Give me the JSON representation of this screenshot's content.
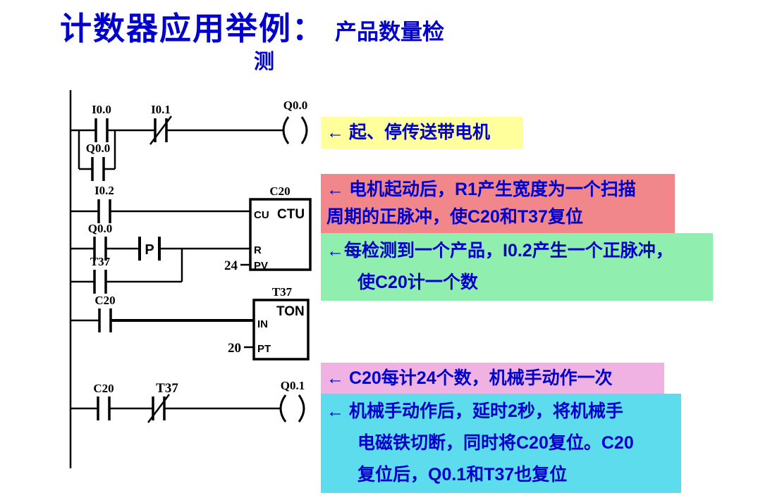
{
  "title": {
    "main": "计数器应用举例：",
    "wrap_line1": "产品数量检",
    "wrap_line2": "测"
  },
  "ladder": {
    "rung1": {
      "contact_no": "I0.0",
      "contact_nc": "I0.1",
      "coil": "Q0.0",
      "seal_contact": "Q0.0"
    },
    "rung2": {
      "count_contact": "I0.2",
      "counter_name": "C20",
      "counter_type": "CTU",
      "input_cu": "CU",
      "input_r": "R",
      "input_pv": "PV",
      "pv_value": "24",
      "reset_contact": "Q0.0",
      "edge_symbol": "P",
      "parallel_contact": "T37"
    },
    "rung3": {
      "contact": "C20",
      "timer_name": "T37",
      "timer_type": "TON",
      "input_in": "IN",
      "input_pt": "PT",
      "pt_value": "20"
    },
    "rung4": {
      "contact_no": "C20",
      "contact_nc": "T37",
      "coil": "Q0.1"
    }
  },
  "annotations": {
    "motor": {
      "bg": "#FFFF9C",
      "line1": "← 起、停传送带电机"
    },
    "reset": {
      "bg": "#F2878B",
      "line1": "← 电机起动后，R1产生宽度为一个扫描",
      "line2": "周期的正脉冲，使C20和T37复位"
    },
    "count": {
      "bg": "#90EEAE",
      "line1": "←每检测到一个产品，I0.2产生一个正脉冲，",
      "line2": "使C20计一个数"
    },
    "robot": {
      "bg": "#F0B2E2",
      "line1": "← C20每计24个数，机械手动作一次"
    },
    "delay": {
      "bg": "#5CDCEC",
      "line1": "← 机械手动作后，延时2秒，将机械手",
      "line2": "电磁铁切断，同时将C20复位。C20",
      "line3": "复位后，Q0.1和T37也复位"
    }
  },
  "colors": {
    "text_blue": "#0000CC",
    "diagram_ink": "#000000"
  }
}
